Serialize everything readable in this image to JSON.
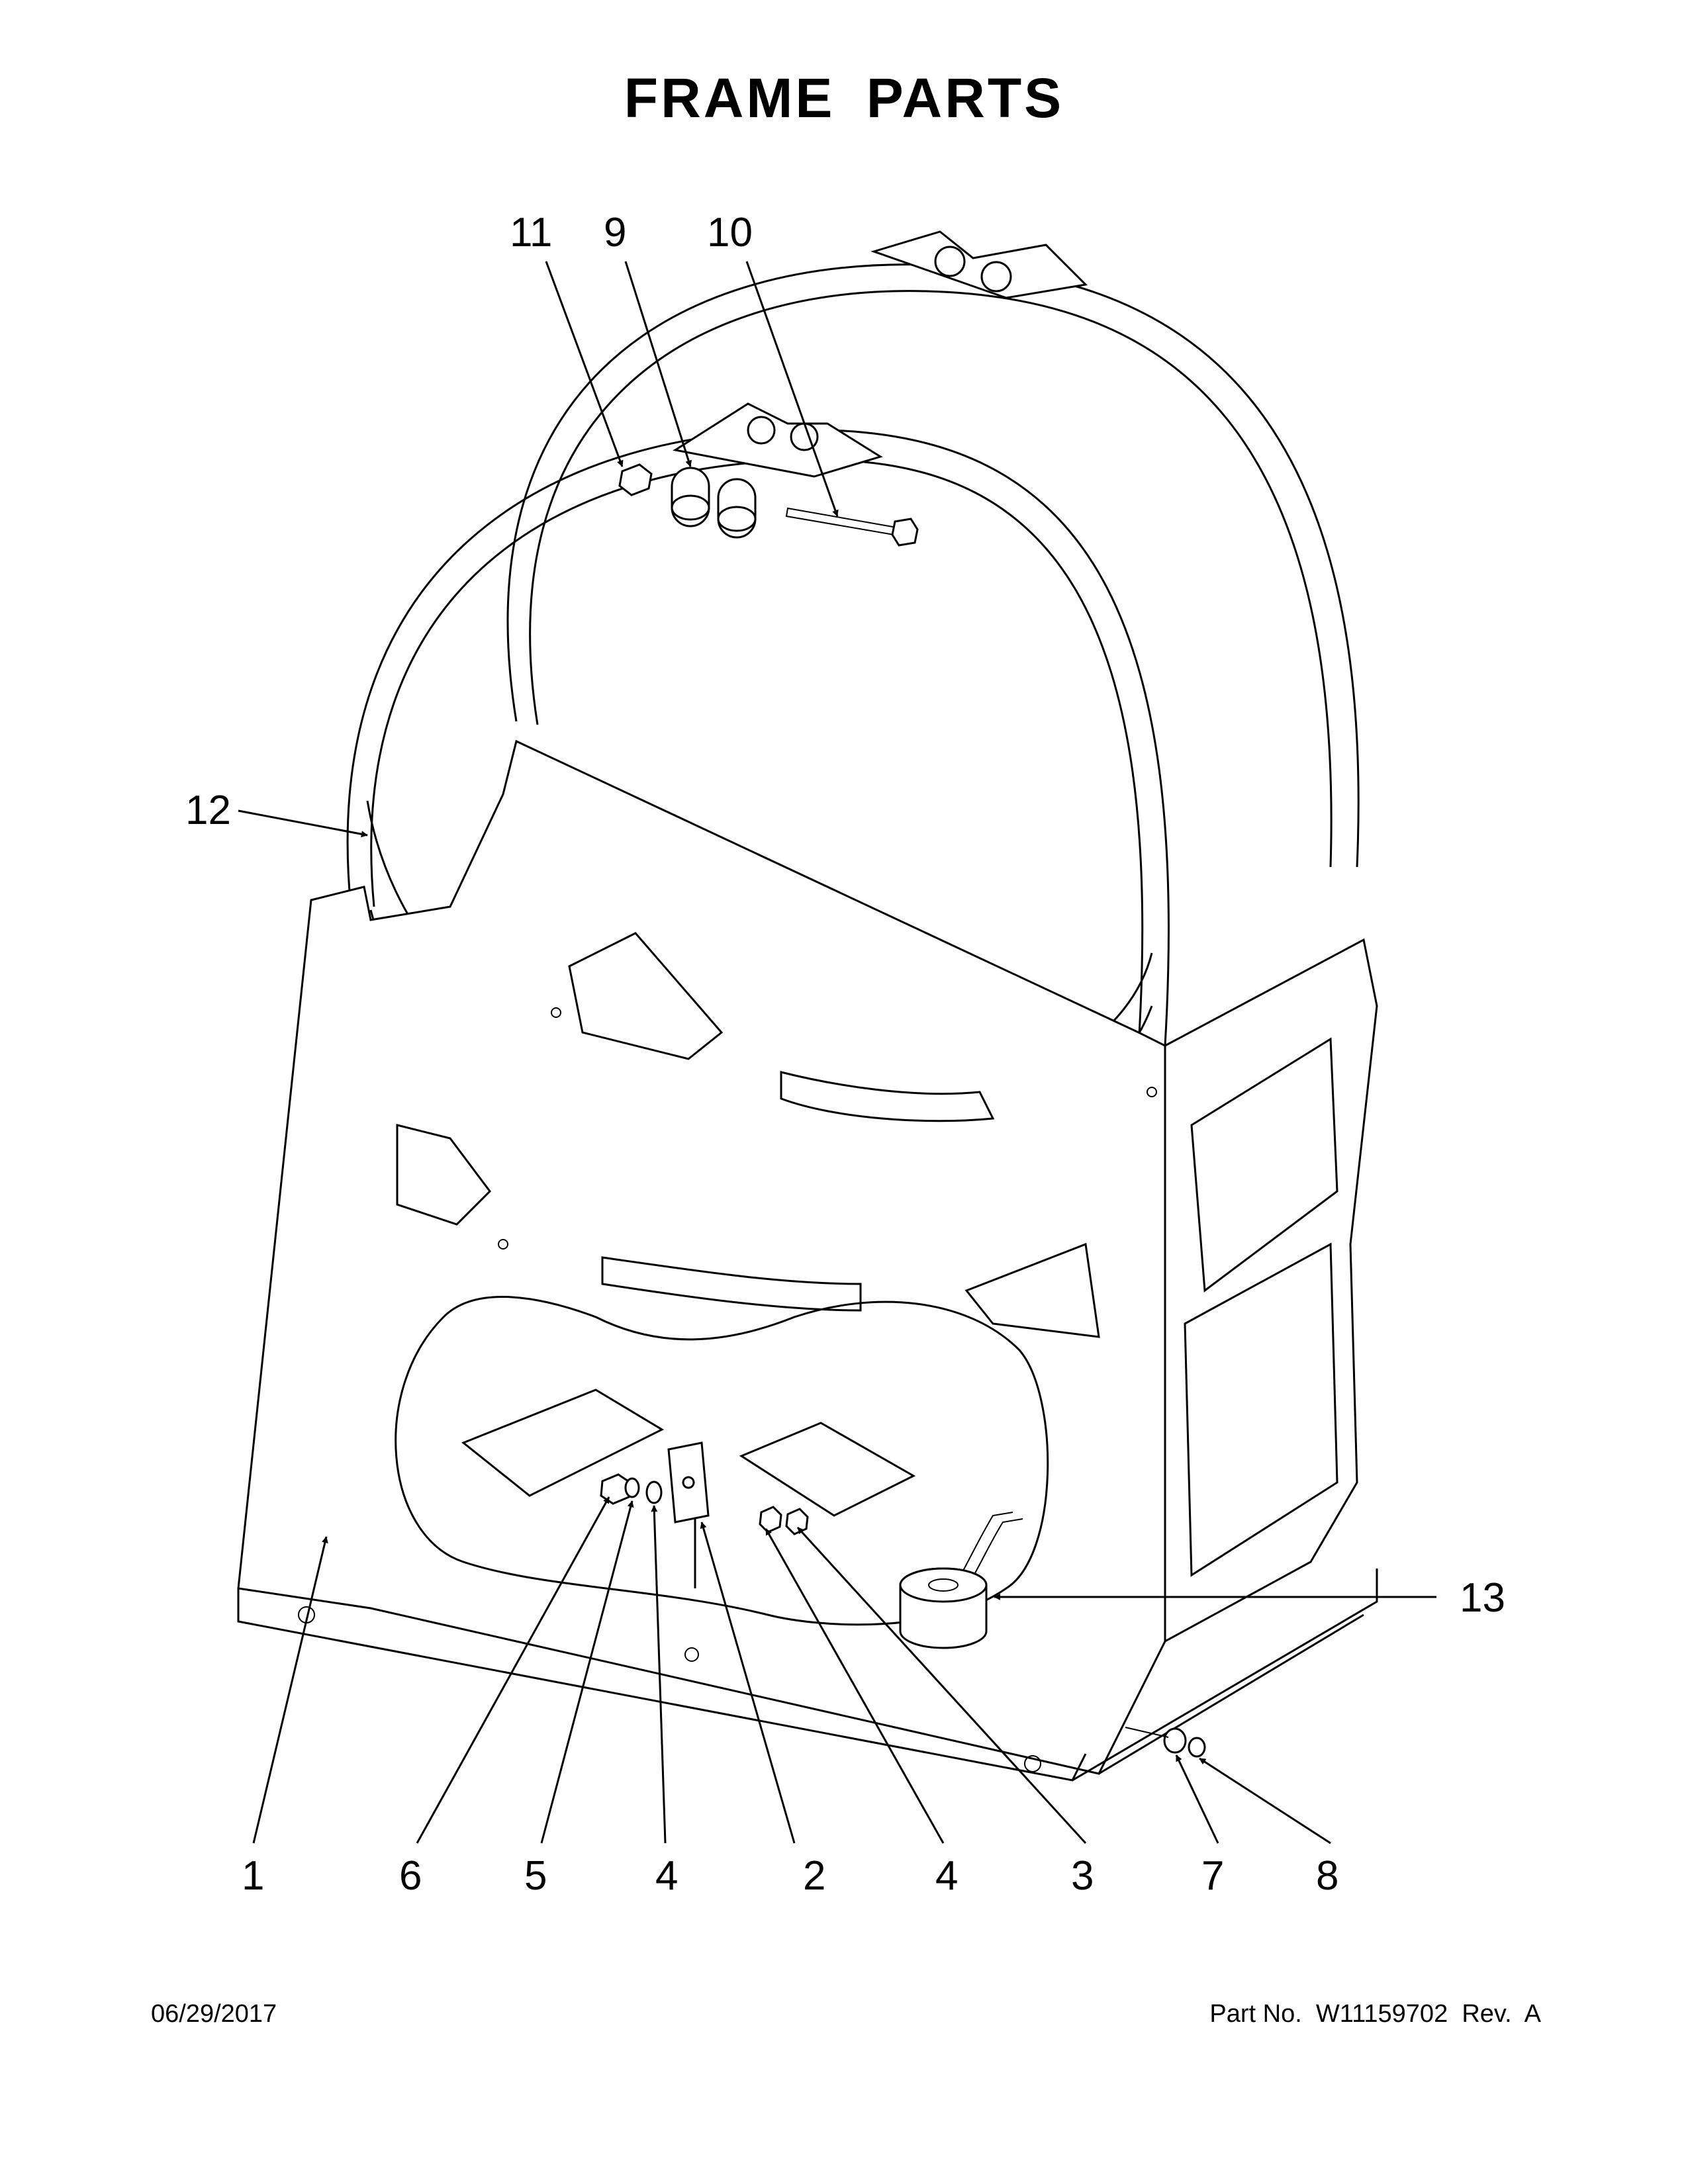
{
  "page": {
    "title": "FRAME PARTS",
    "date": "06/29/2017",
    "part_number": "Part No.  W11159702  Rev.  A"
  },
  "callouts": [
    "11",
    "9",
    "10",
    "12",
    "13",
    "1",
    "6",
    "5",
    "4",
    "2",
    "4",
    "3",
    "7",
    "8"
  ]
}
